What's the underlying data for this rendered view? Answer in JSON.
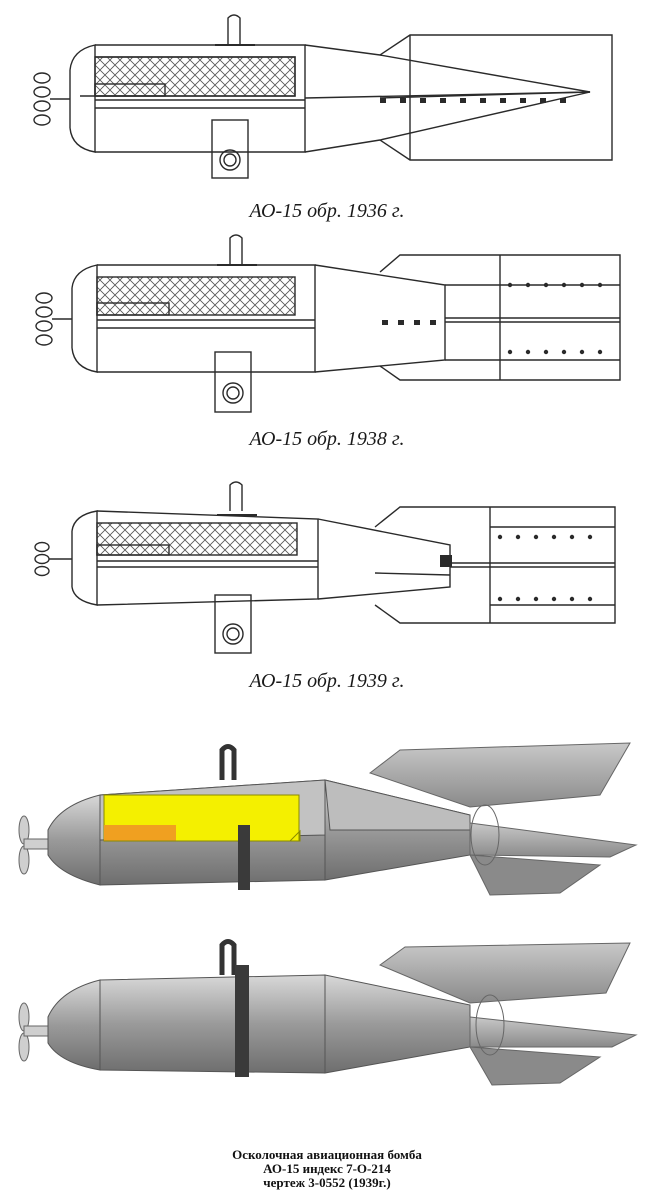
{
  "drawings": [
    {
      "caption": "АО-15 обр. 1936 г."
    },
    {
      "caption": "АО-15 обр. 1938 г."
    },
    {
      "caption": "АО-15 обр. 1939 г."
    }
  ],
  "title_lines": [
    "Осколочная авиационная бомба",
    "АО-15 индекс 7-О-214",
    "чертеж 3-0552 (1939г.)"
  ],
  "colors": {
    "line": "#2a2a2a",
    "hatch": "#555555",
    "explosive": "#f4f000",
    "booster": "#f0a020",
    "body_gray": "#9a9a9a",
    "fin_gray": "#b4b4b4"
  }
}
